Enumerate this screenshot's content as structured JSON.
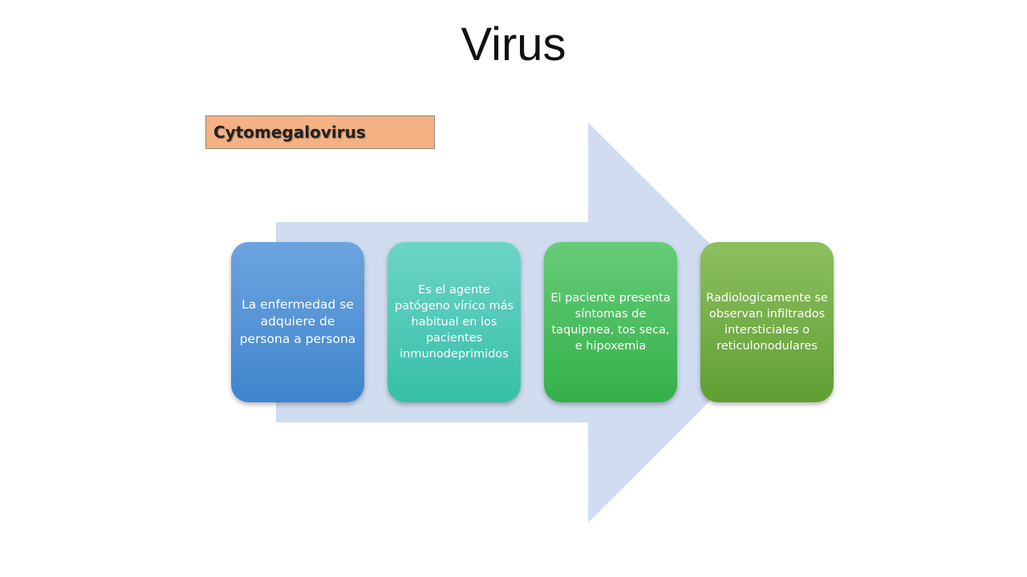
{
  "title": "Virus",
  "label": "Cytomegalovirus",
  "colors": {
    "arrow": "#d0dcef",
    "label_bg": "#f4b183",
    "step1": "#4a8fd4",
    "step2": "#45c4b0",
    "step3": "#3eb553",
    "step4": "#6aa63c"
  },
  "steps": [
    {
      "text": "La enfermedad se adquiere de persona a persona"
    },
    {
      "text": "Es el agente patógeno vírico más habitual en los pacientes inmunodeprimidos"
    },
    {
      "text": "El paciente presenta síntomas de taquipnea, tos seca,  e hipoxemia"
    },
    {
      "text": "Radiologicamente se observan infiltrados intersticiales o reticulonodulares"
    }
  ]
}
